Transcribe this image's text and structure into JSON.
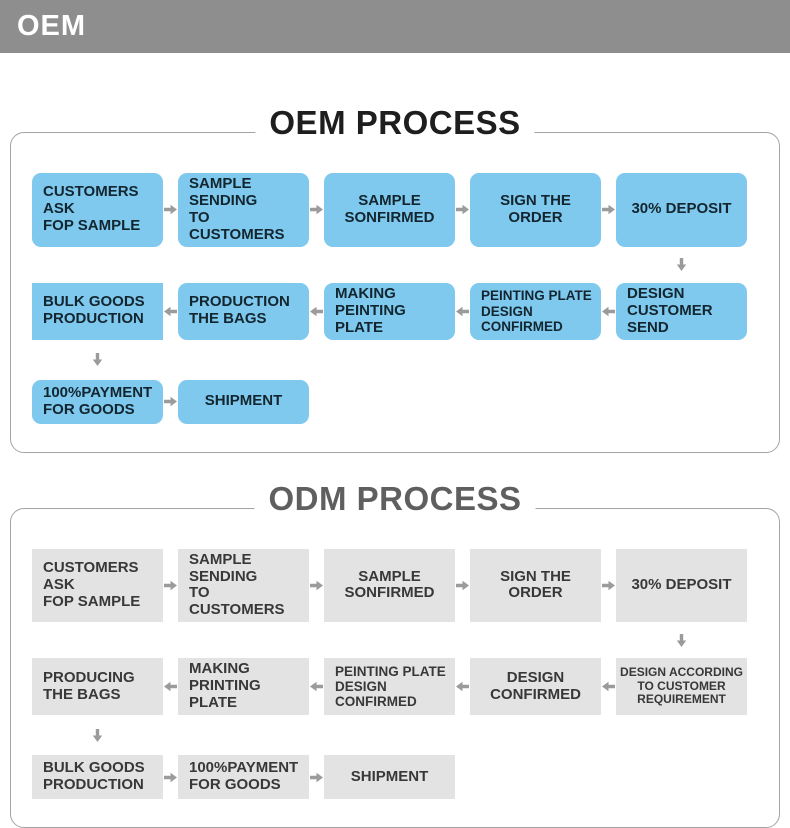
{
  "header": {
    "title": "OEM"
  },
  "colors": {
    "header_bg": "#8e8e8e",
    "border": "#a4a4a4",
    "box_blue": "#7ec9ed",
    "box_gray": "#e3e3e3",
    "blue_text": "#132630",
    "gray_text": "#383838",
    "arrow": "#9b9b9b",
    "oem_title": "#1e1e1e",
    "odm_title": "#5f5f5f"
  },
  "oem": {
    "title": "OEM PROCESS",
    "r1": [
      "CUSTOMERS ASK\nFOP SAMPLE",
      "SAMPLE SENDING\nTO CUSTOMERS",
      "SAMPLE\nSONFIRMED",
      "SIGN THE ORDER",
      "30% DEPOSIT"
    ],
    "r2": [
      "BULK GOODS\nPRODUCTION",
      "PRODUCTION\nTHE BAGS",
      "MAKING\nPEINTING PLATE",
      "PEINTING PLATE\nDESIGN CONFIRMED",
      "DESIGN\nCUSTOMER SEND"
    ],
    "r3": [
      "100%PAYMENT\nFOR GOODS",
      "SHIPMENT"
    ]
  },
  "odm": {
    "title": "ODM PROCESS",
    "r1": [
      "CUSTOMERS ASK\nFOP SAMPLE",
      "SAMPLE SENDING\nTO CUSTOMERS",
      "SAMPLE\nSONFIRMED",
      "SIGN THE ORDER",
      "30% DEPOSIT"
    ],
    "r2": [
      "PRODUCING\nTHE BAGS",
      "MAKING\nPRINTING PLATE",
      "PEINTING PLATE\nDESIGN CONFIRMED",
      "DESIGN CONFIRMED",
      "DESIGN ACCORDING\nTO CUSTOMER\nREQUIREMENT"
    ],
    "r3": [
      "BULK GOODS\nPRODUCTION",
      "100%PAYMENT\nFOR GOODS",
      "SHIPMENT"
    ]
  }
}
